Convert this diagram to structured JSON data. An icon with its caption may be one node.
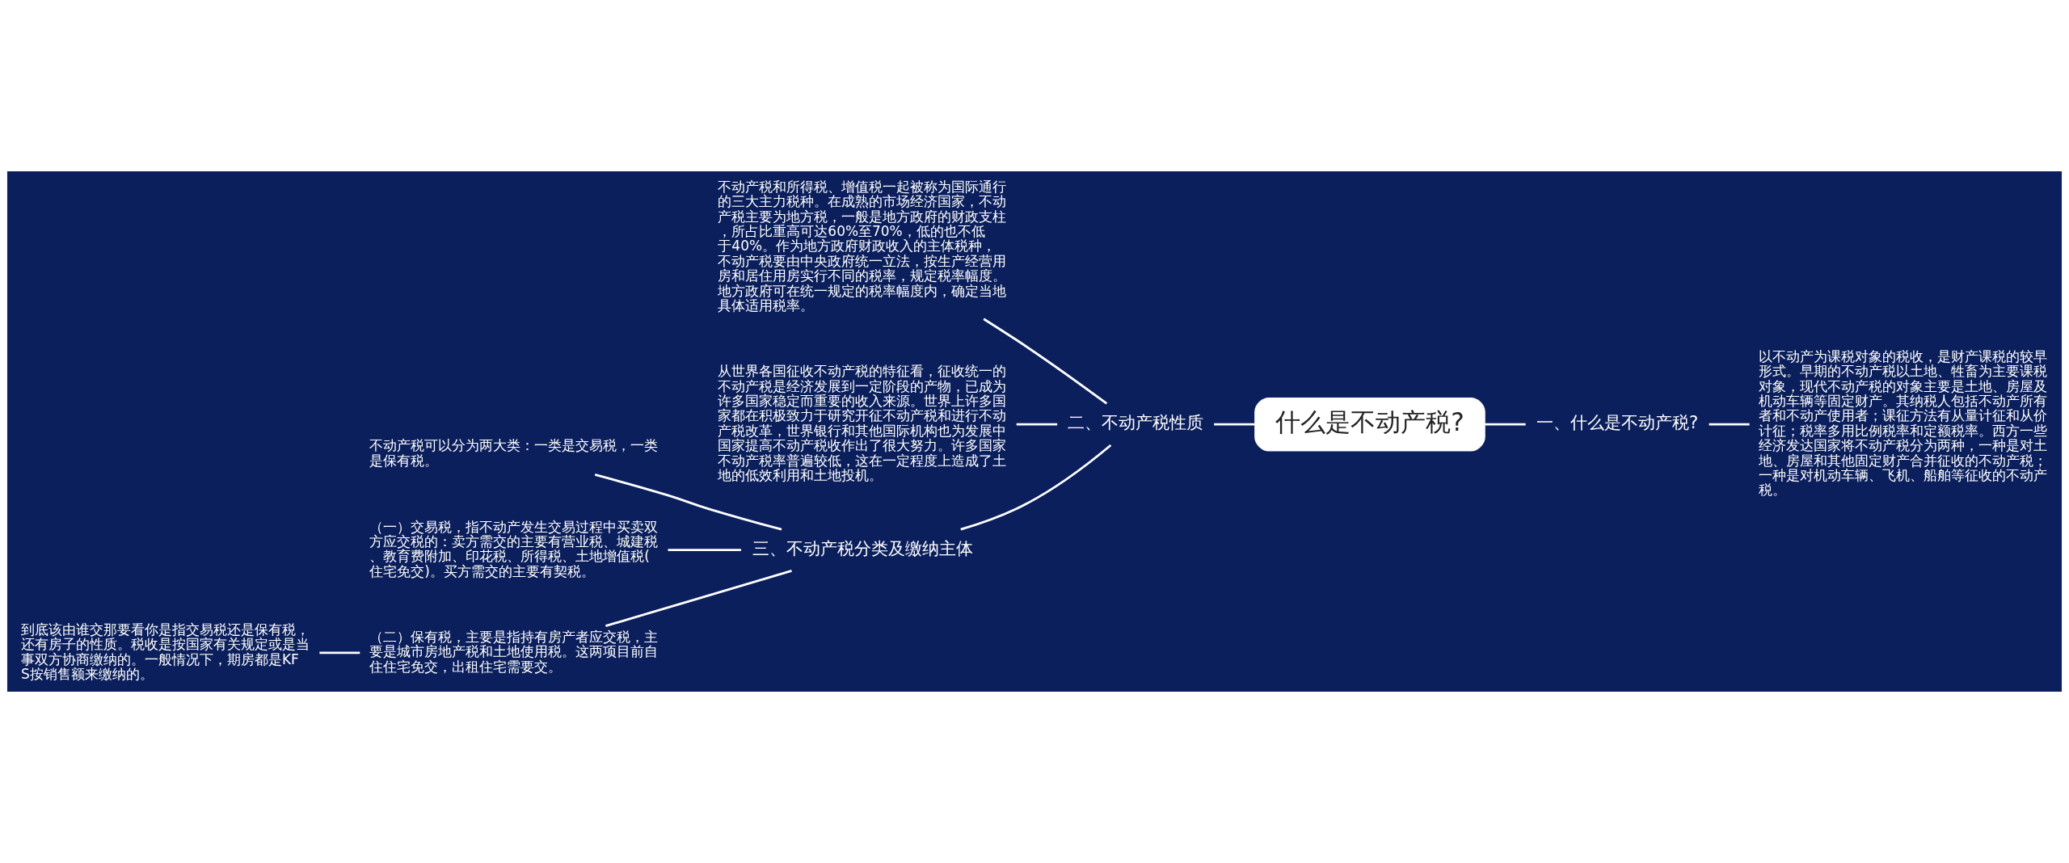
{
  "diagram": {
    "nodes": [
      {
        "text": [
          "什么是不动产税?"
        ]
      },
      {
        "text": [
          "一、什么是不动产税?"
        ]
      },
      {
        "text": [
          "以不动产为课税对象的税收，是财产课税的较早形式。早期的不动产税以土地、牲畜为主要课税对象，现代不动产税的对象主要是土地、房屋及机动车辆等固定财产。其纳税人包括不动产所有者和不动产使用者；课征方法有从量计征和从价计征；税率多用比例税率和定额税率。西方一些经济发达国家将不动产税分为两种，一种是对土地、房屋和其他固定财产合并征收的不动产税；一种是对机动车辆、飞机、船舶等征收的不动产税。"
        ]
      },
      {
        "text": [
          "二、不动产税性质"
        ]
      },
      {
        "text": [
          "不动产税和所得税、增值税一起被称为国际通行的三大主力税种。在成熟的市场经济国家，不动产税主要为地方税，一般是地方政府的财政支柱，所占比重高可达60%至70%，低的也不低于40%。作为地方政府财政收入的主体税种，不动产税要由中央政府统一立法，按生产经营用房和居住用房实行不同的税率，规定税率幅度。地方政府可在统一规定的税率幅度内，确定当地具体适用税率。"
        ]
      },
      {
        "text": [
          "从世界各国征收不动产税的特征看，征收统一的不动产税是经济发展到一定阶段的产物，已成为许多国家稳定而重要的收入来源。世界上许多国家都在积极致力于研究开征不动产税和进行不动产税改革，世界银行和其他国际机构也为发展中国家提高不动产税收作出了很大努力。许多国家不动产税率普遍较低，这在一定程度上造成了土地的低效利用和土地投机。"
        ]
      },
      {
        "text": [
          "三、不动产税分类及缴纳主体"
        ]
      },
      {
        "text": [
          "不动产税可以分为两大类：一类是交易税，一类是保有税。"
        ]
      },
      {
        "text": [
          "（一）交易税，指不动产发生交易过程中买卖双方应交税的：卖方需交的主要有营业税、城建税、教育费附加、印花税、所得税、土地增值税(住宅免交)。买方需交的主要有契税。"
        ]
      },
      {
        "text": [
          "（二）保有税，主要是指持有房产者应交税，主要是城市房地产税和土地使用税。这两项目前自住住宅免交，出租住宅需要交。"
        ]
      },
      {
        "text": [
          "到底该由谁交那要看你是指交易税还是保有税，还有房子的性质。税收是按国家有关规定或是当事双方协商缴纳的。一般情况下，期房都是KFS按销售额来缴纳的。"
        ]
      }
    ],
    "edges": [
      {
        "from": 0,
        "to": 1,
        "arrow": "none"
      },
      {
        "from": 1,
        "to": 2,
        "arrow": "none"
      },
      {
        "from": 0,
        "to": 3,
        "arrow": "none"
      },
      {
        "from": 3,
        "to": 4,
        "arrow": "none"
      },
      {
        "from": 3,
        "to": 5,
        "arrow": "none"
      },
      {
        "from": 3,
        "to": 6,
        "arrow": "none"
      },
      {
        "from": 6,
        "to": 7,
        "arrow": "none"
      },
      {
        "from": 6,
        "to": 8,
        "arrow": "none"
      },
      {
        "from": 6,
        "to": 9,
        "arrow": "none"
      },
      {
        "from": 9,
        "to": 10,
        "arrow": "none"
      }
    ]
  }
}
